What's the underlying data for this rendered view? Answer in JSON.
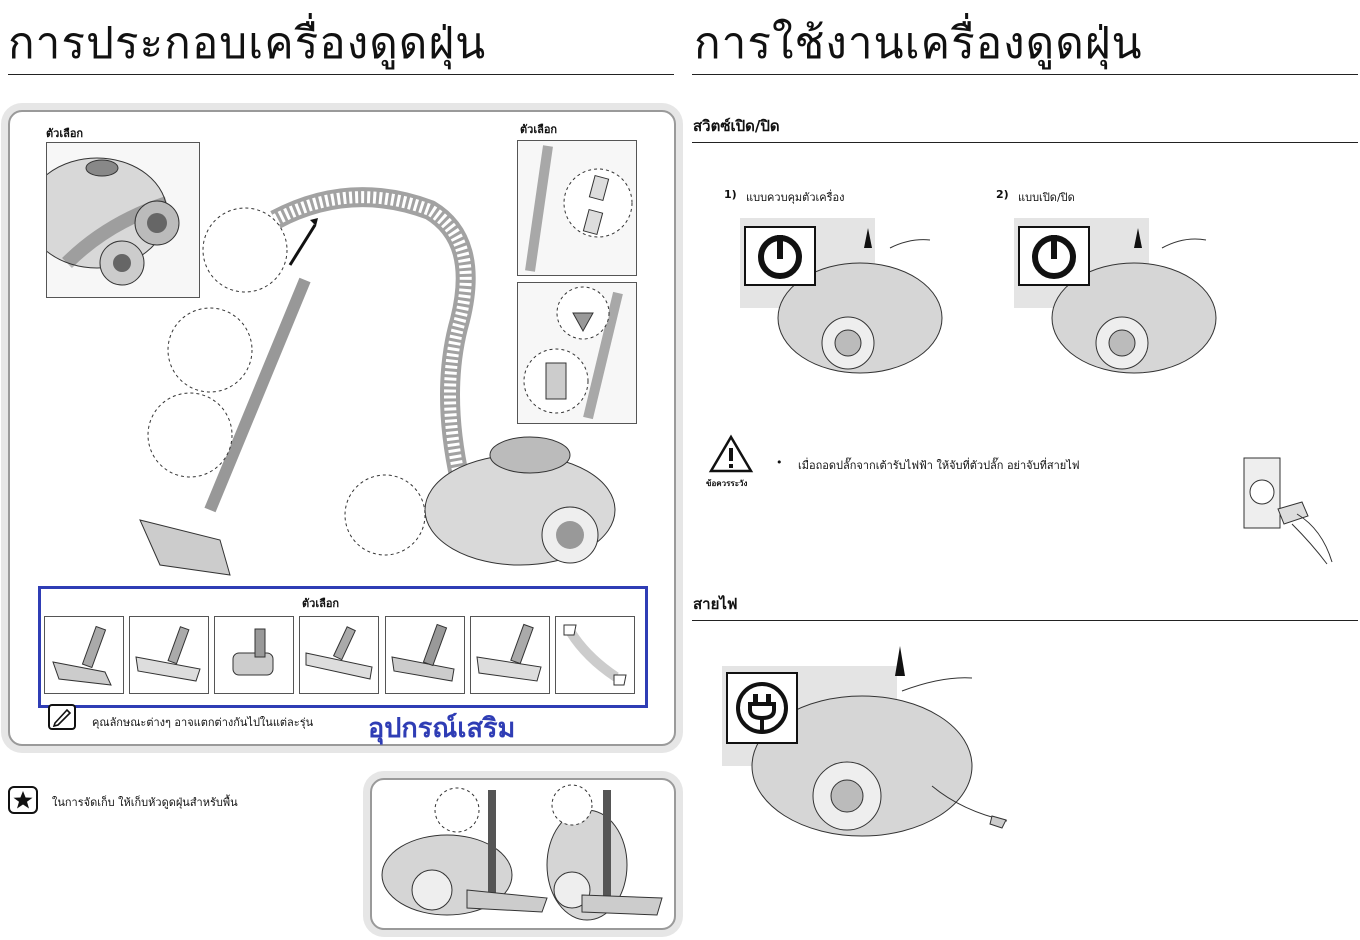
{
  "left": {
    "title": "การประกอบเครื่องดูดฝุ่น",
    "option_label_1": "ตัวเลือก",
    "option_label_2": "ตัวเลือก",
    "accessory_box_label": "ตัวเลือก",
    "feature_note": "คุณลักษณะต่างๆ อาจแตกต่างกันไปในแต่ละรุ่น",
    "accessory_caption": "อุปกรณ์เสริม",
    "accessory_caption_color": "#2f3db5",
    "storage_note": "ในการจัดเก็บ ให้เก็บหัวดูดฝุ่นสำหรับพื้น"
  },
  "right": {
    "title": "การใช้งานเครื่องดูดฝุ่น",
    "switch_section": "สวิตซ์เปิด/ปิด",
    "mode1_number": "1)",
    "mode1_label": "แบบควบคุมตัวเครื่อง",
    "mode2_number": "2)",
    "mode2_label": "แบบเปิด/ปิด",
    "caution_label": "ข้อควรระวัง",
    "caution_text": "เมื่อถอดปลั๊กจากเต้ารับไฟฟ้า ให้จับที่ตัวปลั๊ก อย่าจับที่สายไฟ",
    "cord_section": "สายไฟ"
  },
  "icons": [
    "power-icon",
    "power-icon",
    "cord-reel-icon",
    "warning-icon",
    "note-pencil-icon",
    "star-icon"
  ]
}
